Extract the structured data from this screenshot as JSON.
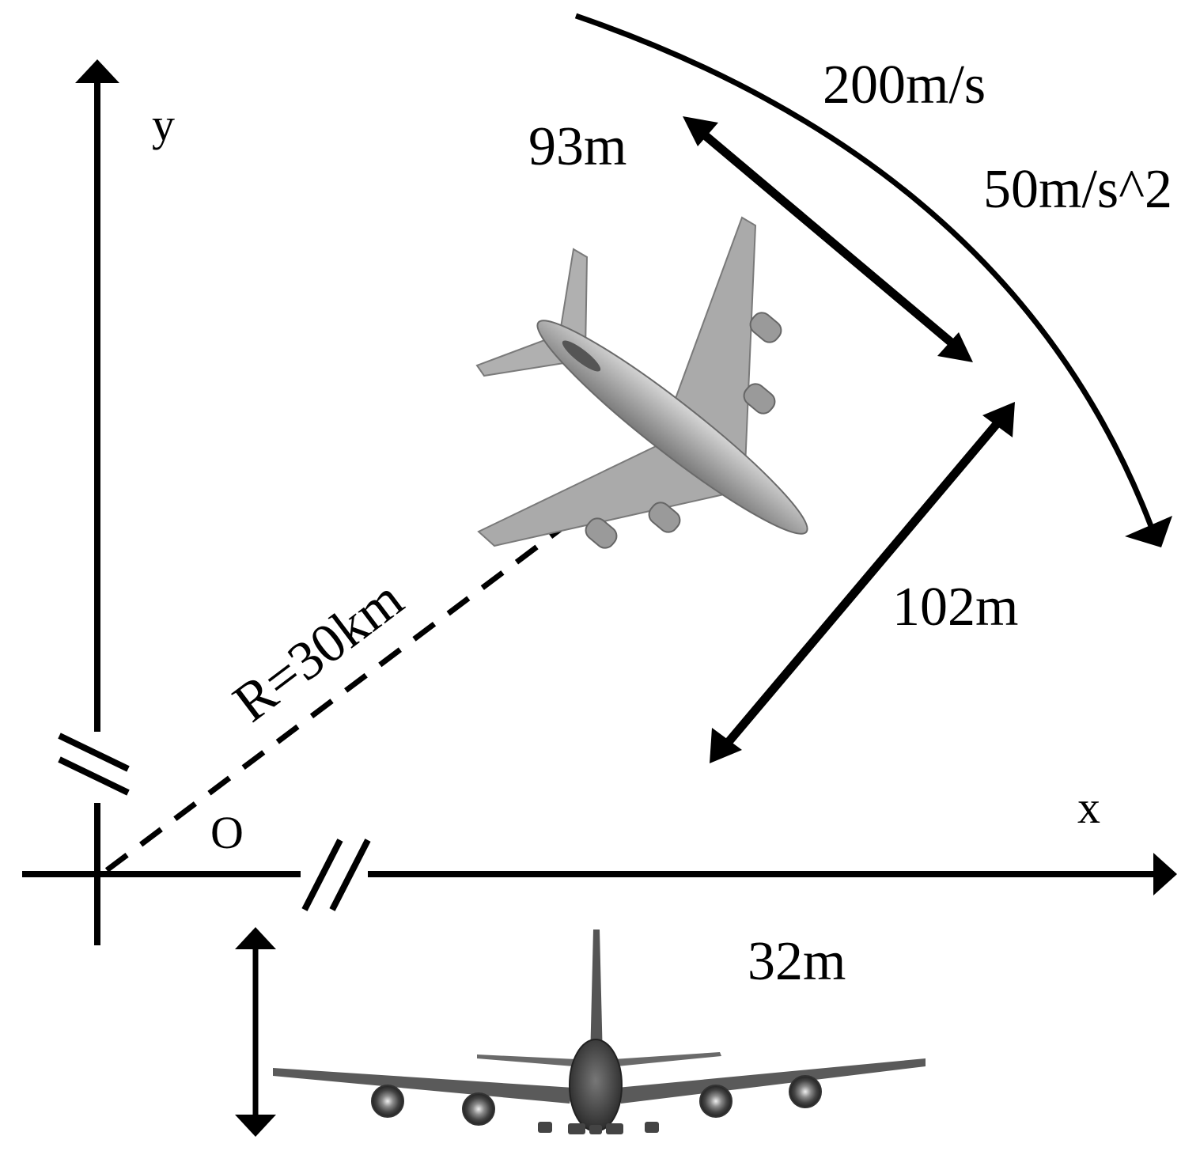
{
  "labels": {
    "speed": "200m/s",
    "acceleration": "50m/s^2",
    "length": "93m",
    "wingspan": "102m",
    "height": "32m",
    "range": "R=30km",
    "origin": "O",
    "x_axis": "x",
    "y_axis": "y"
  },
  "colors": {
    "ink": "#000000",
    "plane_body": "#9e9e9e",
    "plane_dark": "#5a5a5a",
    "plane_light": "#c8c8c8"
  }
}
